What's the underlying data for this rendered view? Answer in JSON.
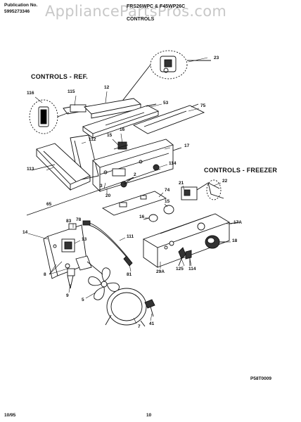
{
  "header": {
    "publication_label": "Publication No.",
    "publication_number": "5995273346",
    "models": "FRS26WPC & F45WP26C",
    "section": "CONTROLS"
  },
  "watermark": "AppliancePartsPros.com",
  "sections": {
    "ref": "CONTROLS - REF.",
    "freezer": "CONTROLS - FREEZER"
  },
  "callouts": [
    "23",
    "116",
    "115",
    "12",
    "53",
    "75",
    "16",
    "15",
    "112",
    "17",
    "113",
    "114",
    "2",
    "3",
    "20",
    "22",
    "21",
    "74",
    "15",
    "65",
    "83",
    "78",
    "16",
    "17A",
    "14",
    "13",
    "111",
    "18",
    "125",
    "114",
    "29A",
    "81",
    "8",
    "9",
    "5",
    "7",
    "41"
  ],
  "footer": {
    "date": "10/95",
    "page": "10",
    "drawing_code": "P58T0009"
  }
}
